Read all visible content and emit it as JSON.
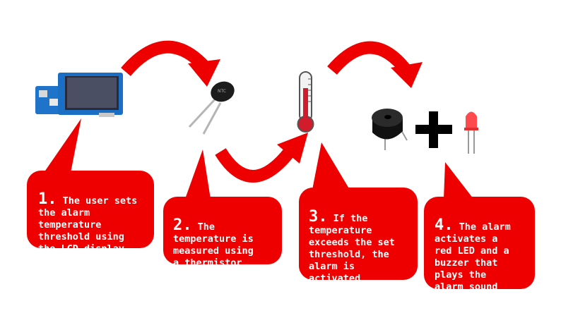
{
  "steps": [
    {
      "number": "1.",
      "first_line": "The user sets",
      "rest": "the alarm\ntemperature\nthreshold using\nthe LCD display"
    },
    {
      "number": "2.",
      "first_line": "The",
      "rest": "temperature is\nmeasured using\na thermistor"
    },
    {
      "number": "3.",
      "first_line": "If the",
      "rest": "temperature\nexceeds the set\nthreshold, the\nalarm is\nactivated"
    },
    {
      "number": "4.",
      "first_line": "The alarm",
      "rest": "activates a\nred LED and a\nbuzzer that\nplays the\nalarm sound"
    }
  ],
  "icons": [
    "lcd-board-icon",
    "thermistor-icon",
    "thermometer-icon",
    "buzzer-icon",
    "plus-icon",
    "red-led-icon",
    "curved-arrow-icon"
  ],
  "colors": {
    "bubble": "#ee0000",
    "arrow": "#ee0000",
    "text": "#ffffff"
  }
}
